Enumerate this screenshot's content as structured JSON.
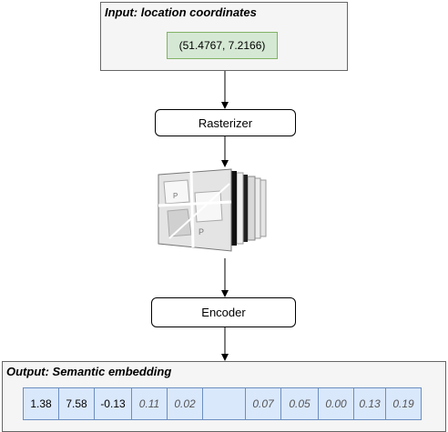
{
  "input": {
    "title": "Input: location coordinates",
    "coordinates": "(51.4767, 7.2166)"
  },
  "steps": {
    "rasterizer": "Rasterizer",
    "encoder": "Encoder"
  },
  "map_icon": "map-tile-stack-icon",
  "output": {
    "title": "Output: Semantic embedding",
    "values": [
      "1.38",
      "7.58",
      "-0.13",
      "0.11",
      "0.02",
      "",
      "0.07",
      "0.05",
      "0.00",
      "0.13",
      "0.19"
    ]
  },
  "colors": {
    "input_fill": "#f5f5f5",
    "coord_fill": "#d5e8d4",
    "coord_border": "#82b366",
    "vector_fill": "#dae8fc",
    "vector_border": "#6c8ebf"
  }
}
